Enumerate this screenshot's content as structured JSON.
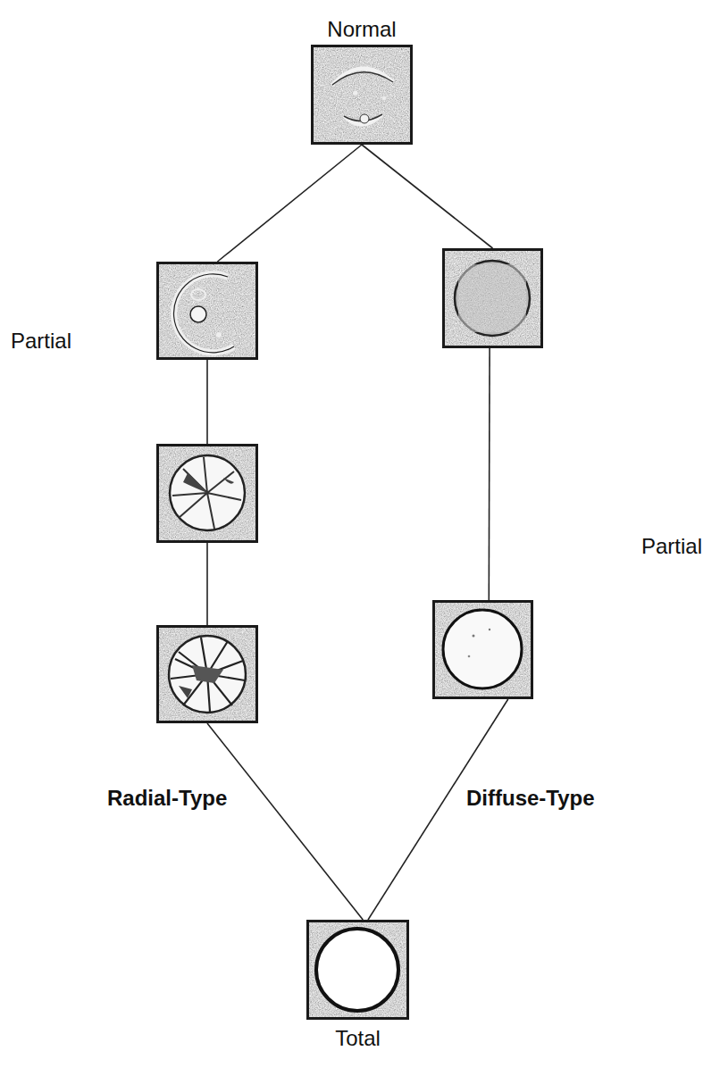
{
  "diagram": {
    "nodes": [
      {
        "text": [
          "Normal"
        ]
      },
      {
        "text": []
      },
      {
        "text": []
      },
      {
        "text": []
      },
      {
        "text": []
      },
      {
        "text": []
      },
      {
        "text": [
          "Total"
        ]
      }
    ],
    "edges": [
      {
        "from": 0,
        "to": 1,
        "arrow": "none"
      },
      {
        "from": 1,
        "to": 2,
        "arrow": "none"
      },
      {
        "from": 2,
        "to": 3,
        "arrow": "none"
      },
      {
        "from": 3,
        "to": 6,
        "arrow": "none"
      },
      {
        "from": 0,
        "to": 4,
        "arrow": "none"
      },
      {
        "from": 4,
        "to": 5,
        "arrow": "none"
      },
      {
        "from": 5,
        "to": 6,
        "arrow": "none"
      }
    ],
    "labels": [
      "Partial",
      "Partial",
      "Radial-Type",
      "Diffuse-Type"
    ]
  }
}
